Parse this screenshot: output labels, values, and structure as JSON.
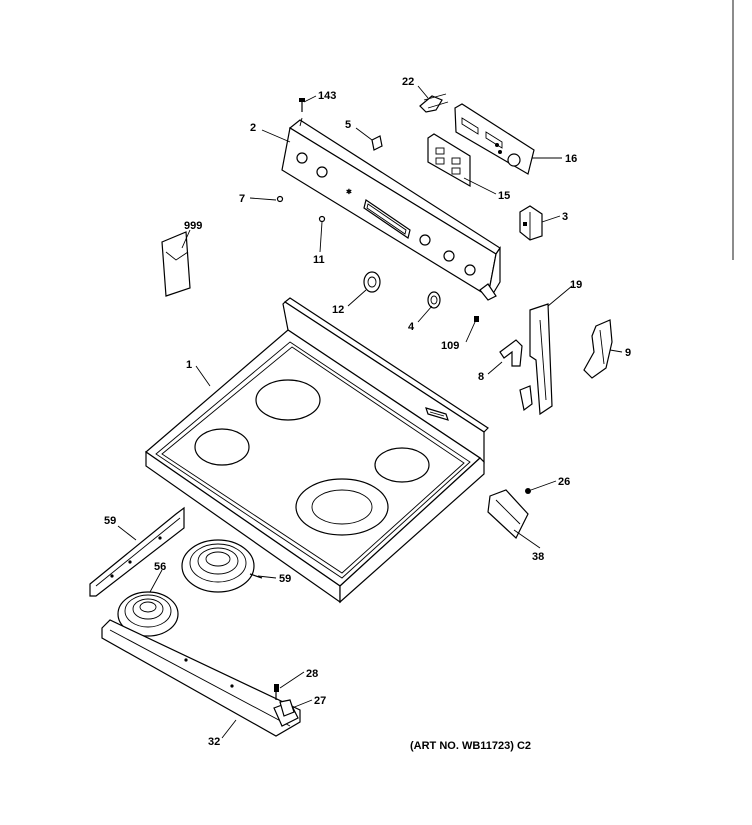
{
  "callouts": [
    {
      "id": "143",
      "label": "143"
    },
    {
      "id": "22",
      "label": "22"
    },
    {
      "id": "2",
      "label": "2"
    },
    {
      "id": "5",
      "label": "5"
    },
    {
      "id": "16",
      "label": "16"
    },
    {
      "id": "15",
      "label": "15"
    },
    {
      "id": "7",
      "label": "7"
    },
    {
      "id": "3",
      "label": "3"
    },
    {
      "id": "999",
      "label": "999"
    },
    {
      "id": "11",
      "label": "11"
    },
    {
      "id": "12",
      "label": "12"
    },
    {
      "id": "4",
      "label": "4"
    },
    {
      "id": "19",
      "label": "19"
    },
    {
      "id": "109",
      "label": "109"
    },
    {
      "id": "9",
      "label": "9"
    },
    {
      "id": "1",
      "label": "1"
    },
    {
      "id": "8",
      "label": "8"
    },
    {
      "id": "26",
      "label": "26"
    },
    {
      "id": "59a",
      "label": "59"
    },
    {
      "id": "38",
      "label": "38"
    },
    {
      "id": "56",
      "label": "56"
    },
    {
      "id": "59b",
      "label": "59"
    },
    {
      "id": "28",
      "label": "28"
    },
    {
      "id": "27",
      "label": "27"
    },
    {
      "id": "32",
      "label": "32"
    }
  ],
  "art_number": "(ART NO. WB11723) C2"
}
